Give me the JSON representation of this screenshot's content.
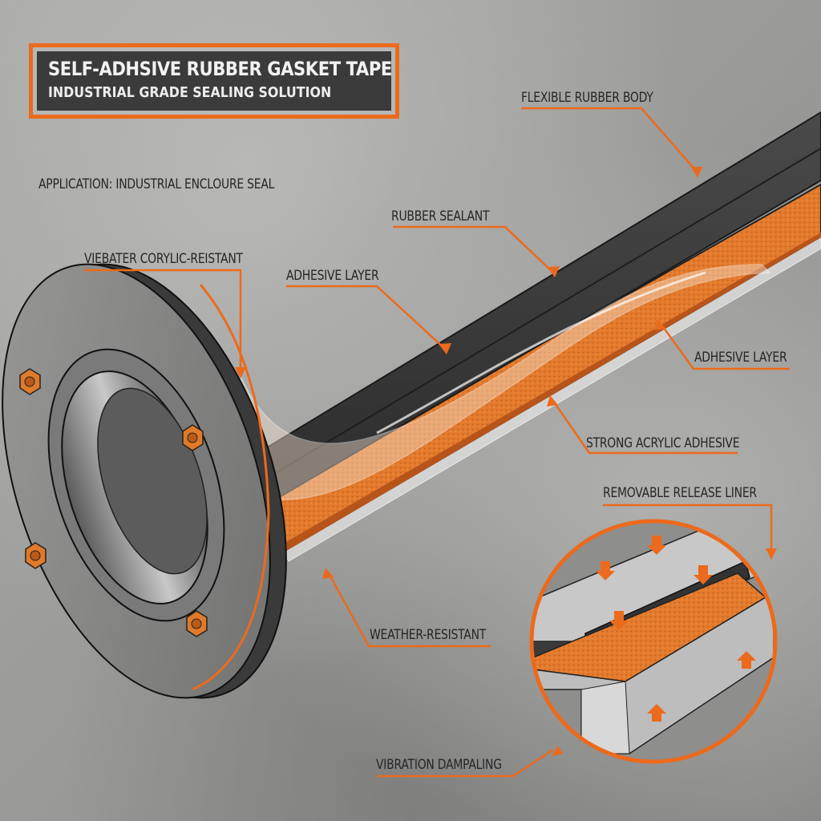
{
  "header": {
    "title": "SELF-ADHSIVE RUBBER GASKET TAPE",
    "subtitle": "INDUSTRIAL GRADE SEALING SOLUTION"
  },
  "application": "APPLICATION: INDUSTRIAL ENCLOURE SEAL",
  "callouts": [
    {
      "id": "flexible-rubber-body",
      "label": "FLEXIBLE RUBBER BODY"
    },
    {
      "id": "rubber-sealant",
      "label": "RUBBER SEALANT"
    },
    {
      "id": "adhesive-layer-left",
      "label": "ADHESIVE LAYER"
    },
    {
      "id": "adhesive-layer-right",
      "label": "ADHESIVE LAYER"
    },
    {
      "id": "viebater-corylic",
      "label": "VIEBATER CORYLIC-REISTANT"
    },
    {
      "id": "strong-acrylic-adhesive",
      "label": "STRONG ACRYLIC ADHESIVE"
    },
    {
      "id": "removable-release-liner",
      "label": "REMOVABLE RELEASE LINER"
    },
    {
      "id": "weather-resistant",
      "label": "WEATHER-RESISTANT"
    },
    {
      "id": "vibration-dampaling",
      "label": "VIBRATION DAMPALING"
    }
  ],
  "colors": {
    "accent": "#ec6a1c",
    "rubber": "#3a3a3a",
    "adhesive": "#e0762a",
    "metal": "#8e8e8d",
    "background": "#9c9c9b",
    "text": "#262626"
  },
  "parts": {
    "flange": "pipe-flange-with-4-bolts",
    "tape": "rubber-gasket-tape-strip",
    "detail": "compression-cross-section-inset"
  }
}
